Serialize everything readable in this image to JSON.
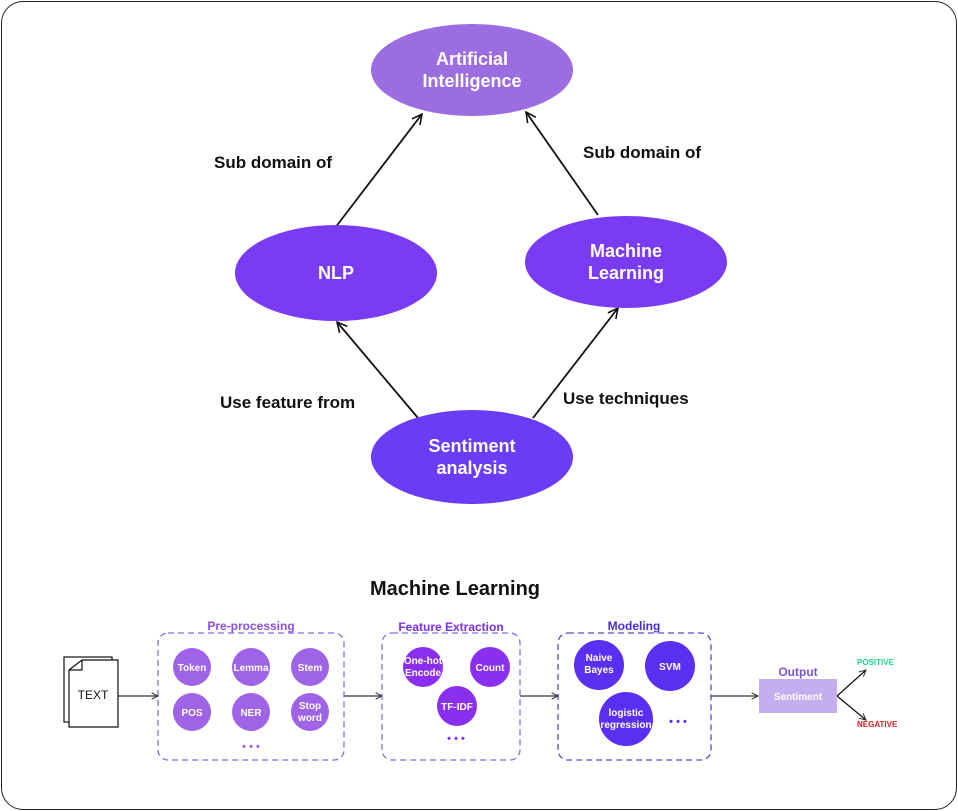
{
  "concept_map": {
    "nodes": {
      "ai": [
        "Artificial",
        "Intelligence"
      ],
      "nlp": [
        "NLP"
      ],
      "ml": [
        "Machine",
        "Learning"
      ],
      "sentiment": [
        "Sentiment",
        "analysis"
      ]
    },
    "edges": {
      "nlp_ai": "Sub domain of",
      "ml_ai": "Sub domain of",
      "sent_nlp": "Use feature from",
      "sent_ml": "Use techniques"
    }
  },
  "pipeline": {
    "title": "Machine Learning",
    "input_label": "TEXT",
    "preprocessing": {
      "title": "Pre-processing",
      "items": [
        [
          "Token"
        ],
        [
          "Lemma"
        ],
        [
          "Stem"
        ],
        [
          "POS"
        ],
        [
          "NER"
        ],
        [
          "Stop",
          "word"
        ]
      ]
    },
    "feature_extraction": {
      "title": "Feature Extraction",
      "items": [
        [
          "One-hot",
          "Encode"
        ],
        [
          "Count"
        ],
        [
          "TF-IDF"
        ]
      ]
    },
    "modeling": {
      "title": "Modeling",
      "items": [
        [
          "Naive",
          "Bayes"
        ],
        [
          "SVM"
        ],
        [
          "logistic",
          "regression"
        ]
      ]
    },
    "ellipsis": "• • •",
    "output": {
      "title": "Output",
      "box_label": "Sentiment",
      "positive": "POSITIVE",
      "negative": "NEGATIVE"
    }
  },
  "colors": {
    "ai": "#9b6de0",
    "nlp": "#7a3cf2",
    "ml": "#7a3cf2",
    "sentiment": "#6a3cf5",
    "preprocessing_circle": "#9e63e6",
    "preprocessing_title": "#8d4fe0",
    "feature_circle": "#8a2ff0",
    "feature_title": "#7a2ee8",
    "model_circle": "#5b2ff2",
    "model_title": "#4a2ad8",
    "output_box": "#c5aef0",
    "positive": "#1dd88a",
    "negative": "#e01e1e"
  }
}
